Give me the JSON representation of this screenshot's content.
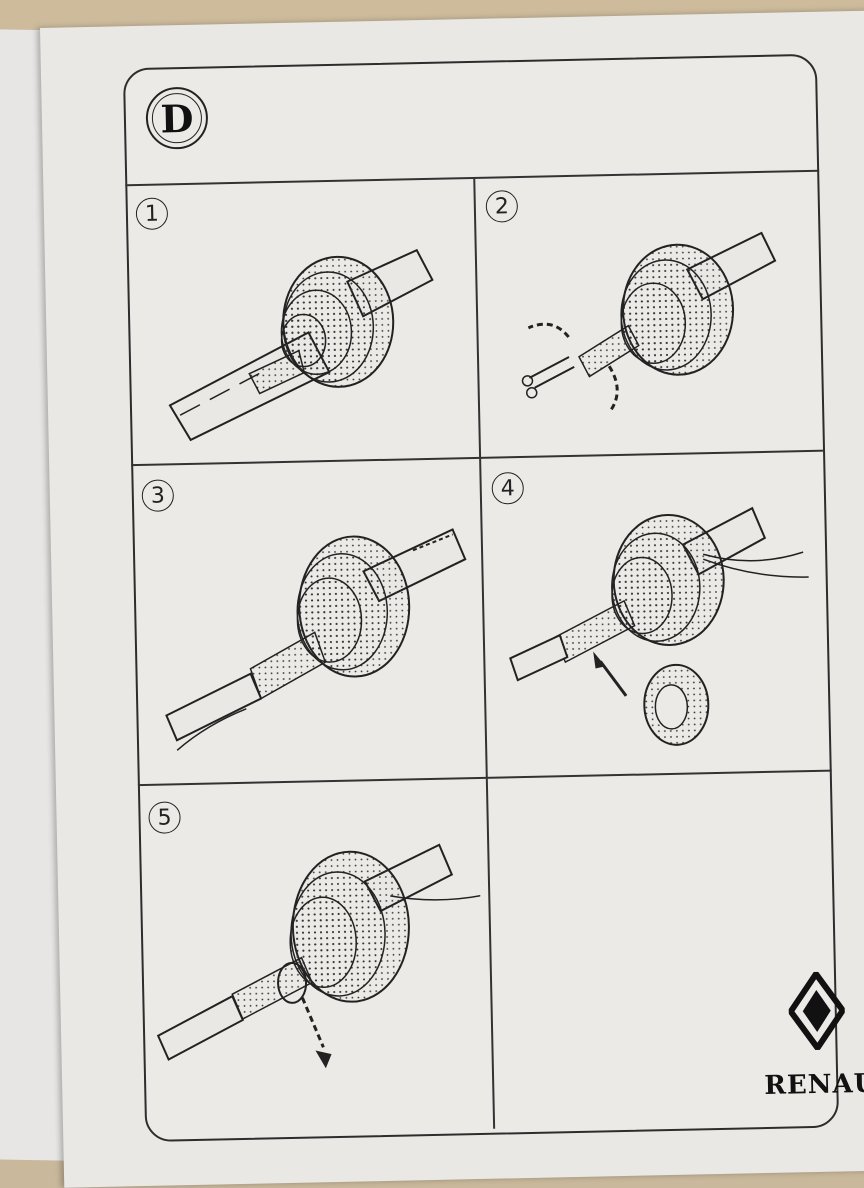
{
  "section": {
    "letter": "D"
  },
  "steps": [
    {
      "number": "1"
    },
    {
      "number": "2"
    },
    {
      "number": "3"
    },
    {
      "number": "4"
    },
    {
      "number": "5"
    }
  ],
  "brand": {
    "name": "RENAU",
    "logo_icon": "renault-diamond-logo"
  },
  "colors": {
    "paper": "#e9e8e5",
    "ink": "#222222",
    "table": "#c9b89b"
  }
}
